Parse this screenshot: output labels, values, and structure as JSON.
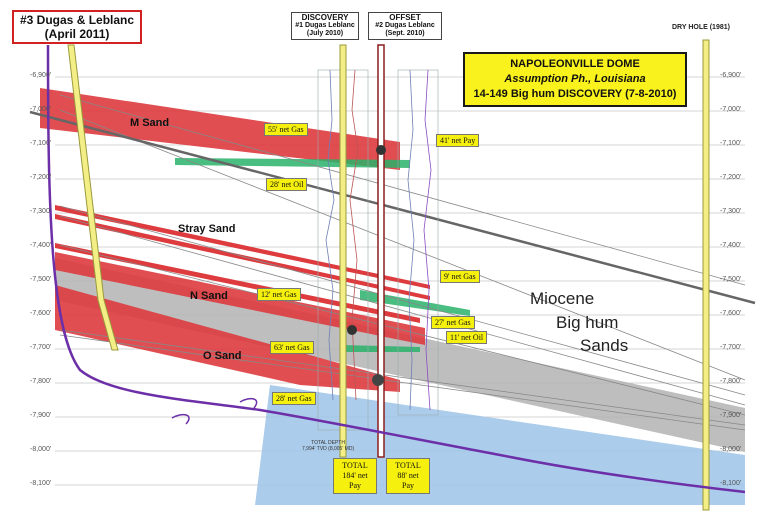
{
  "wells": {
    "left": {
      "name": "#3 Dugas & Leblanc",
      "date": "(April 2011)"
    },
    "discovery": {
      "line1": "DISCOVERY",
      "line2": "#1 Dugas Leblanc",
      "line3": "(July 2010)"
    },
    "offset": {
      "line1": "OFFSET",
      "line2": "#2 Dugas Leblanc",
      "line3": "(Sept. 2010)"
    },
    "dry_hole": "DRY HOLE (1981)"
  },
  "title_box": {
    "line1": "NAPOLEONVILLE DOME",
    "line2": "Assumption Ph., Louisiana",
    "line3": "14-149 Big hum DISCOVERY (7-8-2010)"
  },
  "depths_left": [
    "-6,900'",
    "-7,000'",
    "-7,100'",
    "-7,200'",
    "-7,300'",
    "-7,400'",
    "-7,500'",
    "-7,600'",
    "-7,700'",
    "-7,800'",
    "-7,900'",
    "-8,000'",
    "-8,100'"
  ],
  "depths_right": [
    "-6,900'",
    "-7,000'",
    "-7,100'",
    "-7,200'",
    "-7,300'",
    "-7,400'",
    "-7,500'",
    "-7,600'",
    "-7,700'",
    "-7,800'",
    "-7,900'",
    "-8,000'",
    "-8,100'"
  ],
  "sands": {
    "m": "M Sand",
    "stray": "Stray Sand",
    "n": "N Sand",
    "o": "O Sand"
  },
  "pay_labels": [
    "55' net Gas",
    "28' net Oil",
    "41' net Pay",
    "12' net Gas",
    "9' net Gas",
    "63' net Gas",
    "27' net Gas",
    "11' net Oil",
    "28' net Gas"
  ],
  "totals": {
    "discovery": [
      "TOTAL",
      "184' net",
      "Pay"
    ],
    "offset": [
      "TOTAL",
      "88' net",
      "Pay"
    ]
  },
  "miocene": [
    "Miocene",
    "Big hum",
    "Sands"
  ],
  "total_depth_note": [
    "TOTAL DEPTH",
    "7,994' TVD (8,005' MD)"
  ],
  "colors": {
    "sand_red": "#dd3b3e",
    "sand_green": "#29b36a",
    "sand_gray": "#b3b3b3",
    "sand_blue": "#9dc3e8",
    "well_yellow": "#f3ef86",
    "bore_purple": "#6c2fa8",
    "fault_gray": "#666666",
    "title_yellow": "#f9f21c",
    "box_red": "#d32020"
  }
}
